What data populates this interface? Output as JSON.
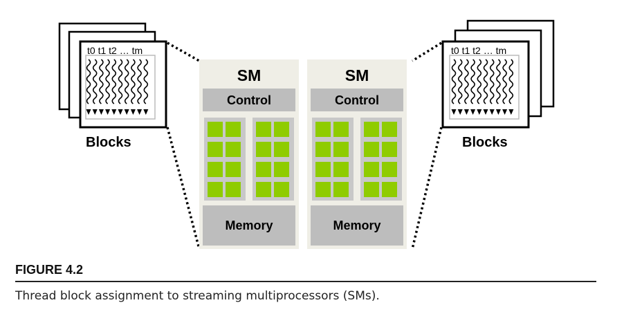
{
  "diagram": {
    "blocks_left": {
      "threads_label": "t0 t1 t2 … tm",
      "caption": "Blocks"
    },
    "blocks_right": {
      "threads_label": "t0 t1 t2 … tm",
      "caption": "Blocks"
    },
    "sms": [
      {
        "title": "SM",
        "control_label": "Control",
        "memory_label": "Memory"
      },
      {
        "title": "SM",
        "control_label": "Control",
        "memory_label": "Memory"
      }
    ],
    "colors": {
      "sm_background": "#efeee6",
      "control_fill": "#bdbdbd",
      "memory_fill": "#bdbdbd",
      "core_fill": "#8fcc00",
      "core_group_fill": "#c8c8c8"
    }
  },
  "figure": {
    "label": "FIGURE 4.2",
    "caption": "Thread block assignment to streaming multiprocessors (SMs)."
  }
}
